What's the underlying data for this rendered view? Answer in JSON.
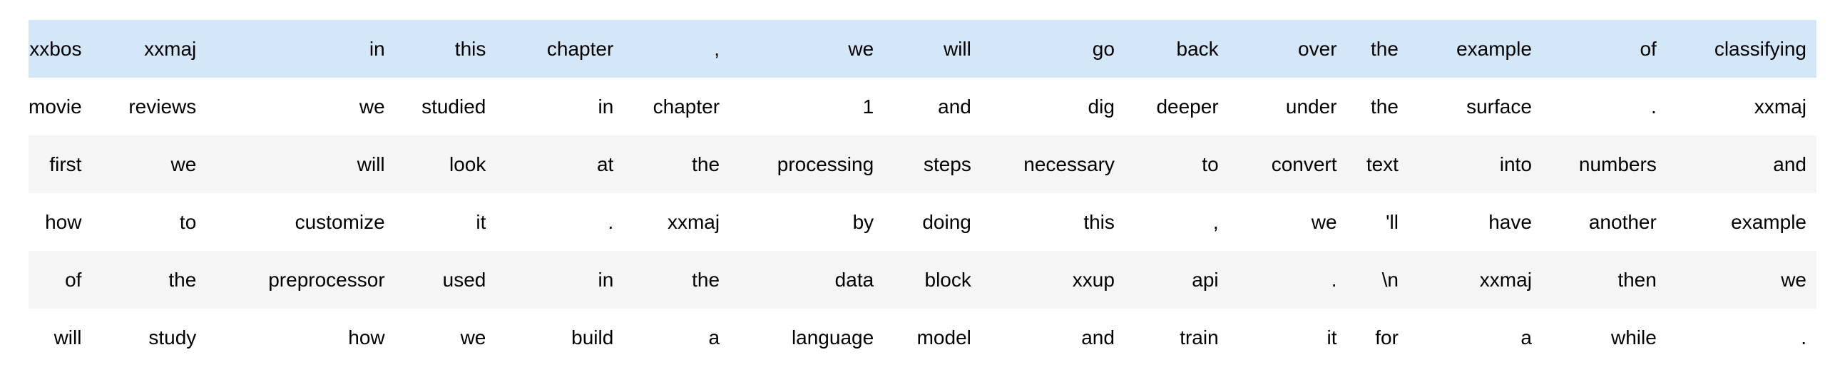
{
  "table": {
    "description": "tokenized-text-batch",
    "rows": [
      {
        "variant": "highlight",
        "cells": [
          "xxbos",
          "xxmaj",
          "in",
          "this",
          "chapter",
          ",",
          "we",
          "will",
          "go",
          "back",
          "over",
          "the",
          "example",
          "of",
          "classifying"
        ]
      },
      {
        "variant": "plain",
        "cells": [
          "movie",
          "reviews",
          "we",
          "studied",
          "in",
          "chapter",
          "1",
          "and",
          "dig",
          "deeper",
          "under",
          "the",
          "surface",
          ".",
          "xxmaj"
        ]
      },
      {
        "variant": "stripe",
        "cells": [
          "first",
          "we",
          "will",
          "look",
          "at",
          "the",
          "processing",
          "steps",
          "necessary",
          "to",
          "convert",
          "text",
          "into",
          "numbers",
          "and"
        ]
      },
      {
        "variant": "plain",
        "cells": [
          "how",
          "to",
          "customize",
          "it",
          ".",
          "xxmaj",
          "by",
          "doing",
          "this",
          ",",
          "we",
          "'ll",
          "have",
          "another",
          "example"
        ]
      },
      {
        "variant": "stripe",
        "cells": [
          "of",
          "the",
          "preprocessor",
          "used",
          "in",
          "the",
          "data",
          "block",
          "xxup",
          "api",
          ".",
          "\\n",
          "xxmaj",
          "then",
          "we"
        ]
      },
      {
        "variant": "plain",
        "cells": [
          "will",
          "study",
          "how",
          "we",
          "build",
          "a",
          "language",
          "model",
          "and",
          "train",
          "it",
          "for",
          "a",
          "while",
          "."
        ]
      }
    ]
  },
  "colors": {
    "highlight_row": "#d3e7f8",
    "stripe_row": "#f5f5f5",
    "plain_row": "#ffffff",
    "text": "#000000"
  }
}
